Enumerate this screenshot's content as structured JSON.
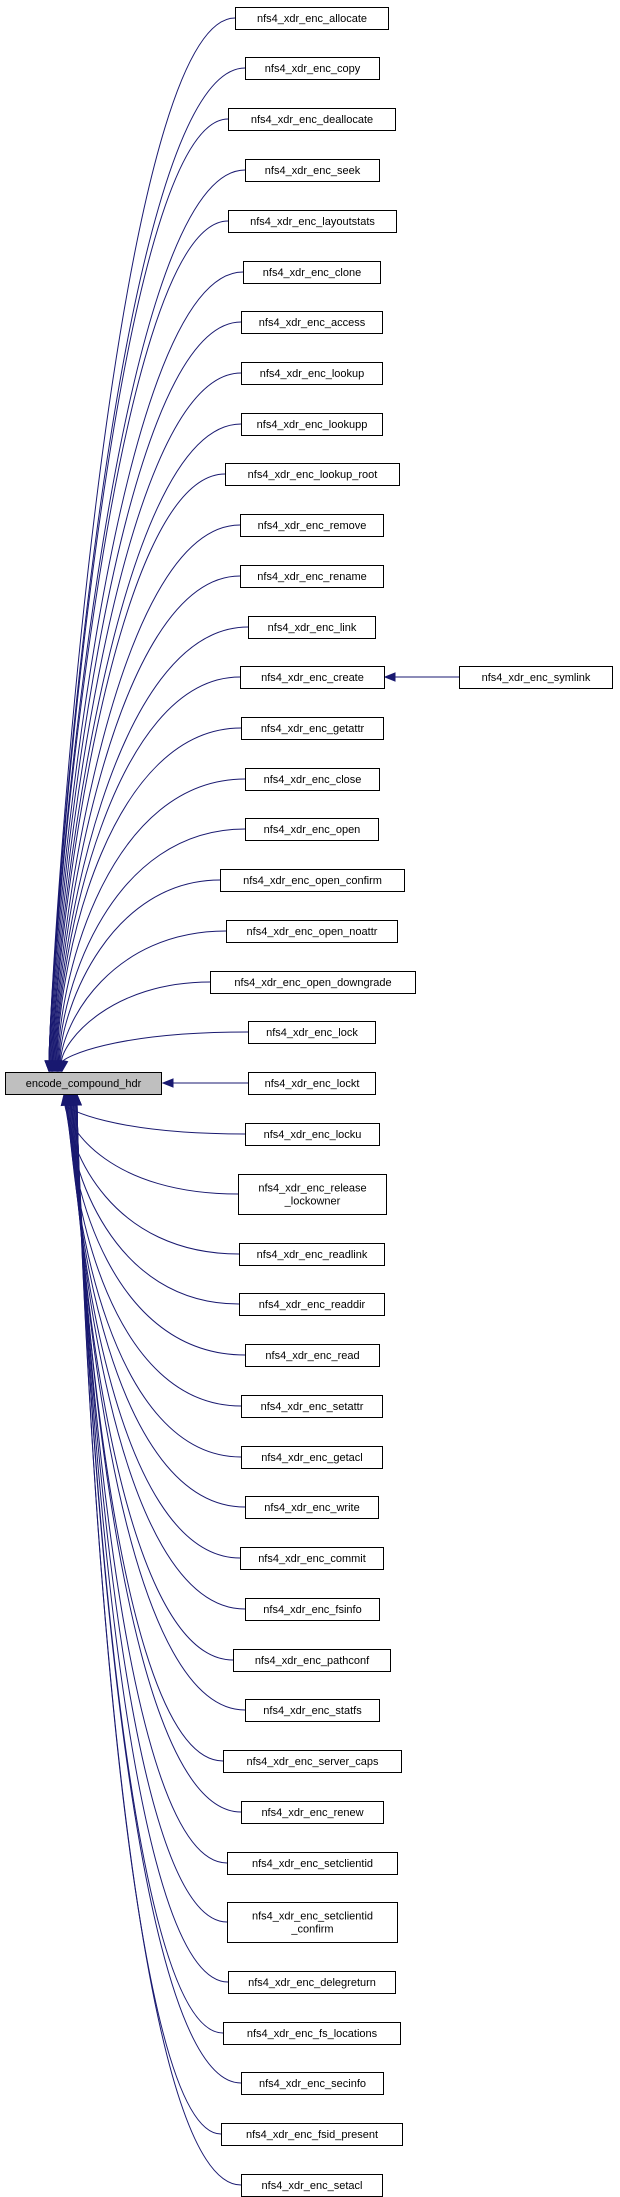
{
  "root": {
    "id": "encode_compound_hdr",
    "label": "encode_compound_hdr"
  },
  "nodes": [
    {
      "id": "allocate",
      "lines": [
        "nfs4_xdr_enc_allocate"
      ]
    },
    {
      "id": "copy",
      "lines": [
        "nfs4_xdr_enc_copy"
      ]
    },
    {
      "id": "deallocate",
      "lines": [
        "nfs4_xdr_enc_deallocate"
      ]
    },
    {
      "id": "seek",
      "lines": [
        "nfs4_xdr_enc_seek"
      ]
    },
    {
      "id": "layoutstats",
      "lines": [
        "nfs4_xdr_enc_layoutstats"
      ]
    },
    {
      "id": "clone",
      "lines": [
        "nfs4_xdr_enc_clone"
      ]
    },
    {
      "id": "access",
      "lines": [
        "nfs4_xdr_enc_access"
      ]
    },
    {
      "id": "lookup",
      "lines": [
        "nfs4_xdr_enc_lookup"
      ]
    },
    {
      "id": "lookupp",
      "lines": [
        "nfs4_xdr_enc_lookupp"
      ]
    },
    {
      "id": "lookup_root",
      "lines": [
        "nfs4_xdr_enc_lookup_root"
      ]
    },
    {
      "id": "remove",
      "lines": [
        "nfs4_xdr_enc_remove"
      ]
    },
    {
      "id": "rename",
      "lines": [
        "nfs4_xdr_enc_rename"
      ]
    },
    {
      "id": "link",
      "lines": [
        "nfs4_xdr_enc_link"
      ]
    },
    {
      "id": "create",
      "lines": [
        "nfs4_xdr_enc_create"
      ]
    },
    {
      "id": "getattr",
      "lines": [
        "nfs4_xdr_enc_getattr"
      ]
    },
    {
      "id": "close",
      "lines": [
        "nfs4_xdr_enc_close"
      ]
    },
    {
      "id": "open",
      "lines": [
        "nfs4_xdr_enc_open"
      ]
    },
    {
      "id": "open_confirm",
      "lines": [
        "nfs4_xdr_enc_open_confirm"
      ]
    },
    {
      "id": "open_noattr",
      "lines": [
        "nfs4_xdr_enc_open_noattr"
      ]
    },
    {
      "id": "open_downgrade",
      "lines": [
        "nfs4_xdr_enc_open_downgrade"
      ]
    },
    {
      "id": "lock",
      "lines": [
        "nfs4_xdr_enc_lock"
      ]
    },
    {
      "id": "lockt",
      "lines": [
        "nfs4_xdr_enc_lockt"
      ]
    },
    {
      "id": "locku",
      "lines": [
        "nfs4_xdr_enc_locku"
      ]
    },
    {
      "id": "release_lockowner",
      "lines": [
        "nfs4_xdr_enc_release",
        "_lockowner"
      ]
    },
    {
      "id": "readlink",
      "lines": [
        "nfs4_xdr_enc_readlink"
      ]
    },
    {
      "id": "readdir",
      "lines": [
        "nfs4_xdr_enc_readdir"
      ]
    },
    {
      "id": "read",
      "lines": [
        "nfs4_xdr_enc_read"
      ]
    },
    {
      "id": "setattr",
      "lines": [
        "nfs4_xdr_enc_setattr"
      ]
    },
    {
      "id": "getacl",
      "lines": [
        "nfs4_xdr_enc_getacl"
      ]
    },
    {
      "id": "write",
      "lines": [
        "nfs4_xdr_enc_write"
      ]
    },
    {
      "id": "commit",
      "lines": [
        "nfs4_xdr_enc_commit"
      ]
    },
    {
      "id": "fsinfo",
      "lines": [
        "nfs4_xdr_enc_fsinfo"
      ]
    },
    {
      "id": "pathconf",
      "lines": [
        "nfs4_xdr_enc_pathconf"
      ]
    },
    {
      "id": "statfs",
      "lines": [
        "nfs4_xdr_enc_statfs"
      ]
    },
    {
      "id": "server_caps",
      "lines": [
        "nfs4_xdr_enc_server_caps"
      ]
    },
    {
      "id": "renew",
      "lines": [
        "nfs4_xdr_enc_renew"
      ]
    },
    {
      "id": "setclientid",
      "lines": [
        "nfs4_xdr_enc_setclientid"
      ]
    },
    {
      "id": "setclientid_confirm",
      "lines": [
        "nfs4_xdr_enc_setclientid",
        "_confirm"
      ]
    },
    {
      "id": "delegreturn",
      "lines": [
        "nfs4_xdr_enc_delegreturn"
      ]
    },
    {
      "id": "fs_locations",
      "lines": [
        "nfs4_xdr_enc_fs_locations"
      ]
    },
    {
      "id": "secinfo",
      "lines": [
        "nfs4_xdr_enc_secinfo"
      ]
    },
    {
      "id": "fsid_present",
      "lines": [
        "nfs4_xdr_enc_fsid_present"
      ]
    },
    {
      "id": "setacl",
      "lines": [
        "nfs4_xdr_enc_setacl"
      ]
    },
    {
      "id": "symlink",
      "lines": [
        "nfs4_xdr_enc_symlink"
      ]
    }
  ],
  "edges": [
    {
      "from": "symlink",
      "to": "create"
    }
  ],
  "root_edges_from_all_caller_nodes": true,
  "colors": {
    "edge": "#191970",
    "root_fill": "#bfbfbf",
    "node_fill": "#ffffff",
    "node_border": "#000000"
  }
}
